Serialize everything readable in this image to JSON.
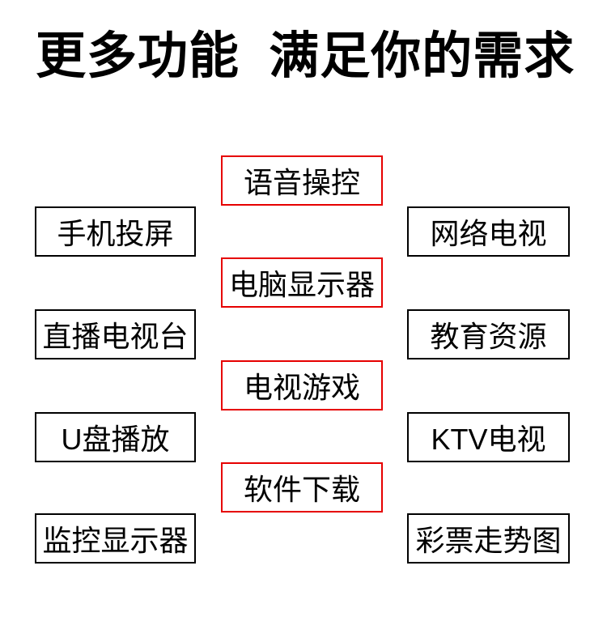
{
  "title": "更多功能 满足你的需求",
  "feature_boxes": {
    "center_column": [
      "语音操控",
      "电脑显示器",
      "电视游戏",
      "软件下载"
    ],
    "left_column": [
      "手机投屏",
      "直播电视台",
      "U盘播放",
      "监控显示器"
    ],
    "right_column": [
      "网络电视",
      "教育资源",
      "KTV电视",
      "彩票走势图"
    ]
  },
  "colors": {
    "accent_red_border": "#e60000",
    "default_border": "#000000",
    "text": "#000000",
    "background": "#ffffff"
  }
}
